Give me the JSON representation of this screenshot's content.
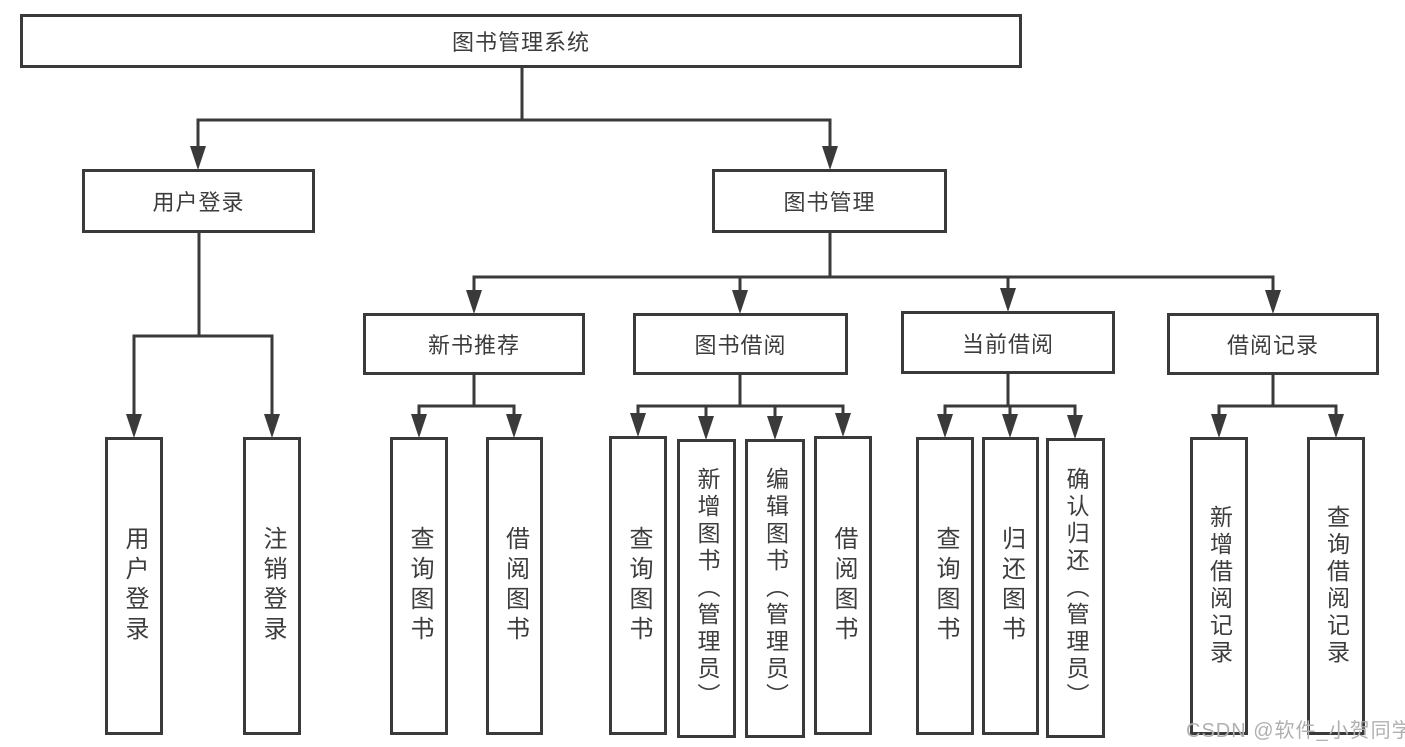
{
  "diagram": {
    "title": "图书管理系统",
    "type": "hierarchy-tree",
    "colors": {
      "line": "#3a3a3a",
      "text": "#3d3d3d",
      "background": "#ffffff",
      "watermark": "#b0b0b0"
    },
    "tree": {
      "root": "图书管理系统",
      "login": {
        "label": "用户登录",
        "children": [
          "用户登录",
          "注销登录"
        ]
      },
      "mgmt": {
        "label": "图书管理",
        "sections": [
          {
            "label": "新书推荐",
            "children": [
              "查询图书",
              "借阅图书"
            ]
          },
          {
            "label": "图书借阅",
            "children": [
              "查询图书",
              "新增图书（管理员）",
              "编辑图书（管理员）",
              "借阅图书"
            ]
          },
          {
            "label": "当前借阅",
            "children": [
              "查询图书",
              "归还图书",
              "确认归还（管理员）"
            ]
          },
          {
            "label": "借阅记录",
            "children": [
              "新增借阅记录",
              "查询借阅记录"
            ]
          }
        ]
      }
    },
    "watermark": {
      "text": "CSDN @软件_小贺同学"
    }
  }
}
